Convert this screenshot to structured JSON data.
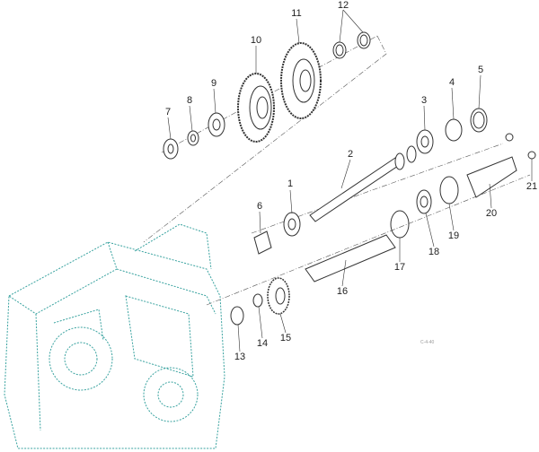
{
  "diagram": {
    "part_labels": [
      "1",
      "2",
      "3",
      "4",
      "5",
      "6",
      "7",
      "8",
      "9",
      "10",
      "11",
      "12",
      "13",
      "14",
      "15",
      "16",
      "17",
      "18",
      "19",
      "20",
      "21"
    ],
    "figure_code": "C-4-40",
    "colors": {
      "parts": "#333333",
      "housing": "#3aa3a0",
      "leader": "#555555"
    }
  }
}
